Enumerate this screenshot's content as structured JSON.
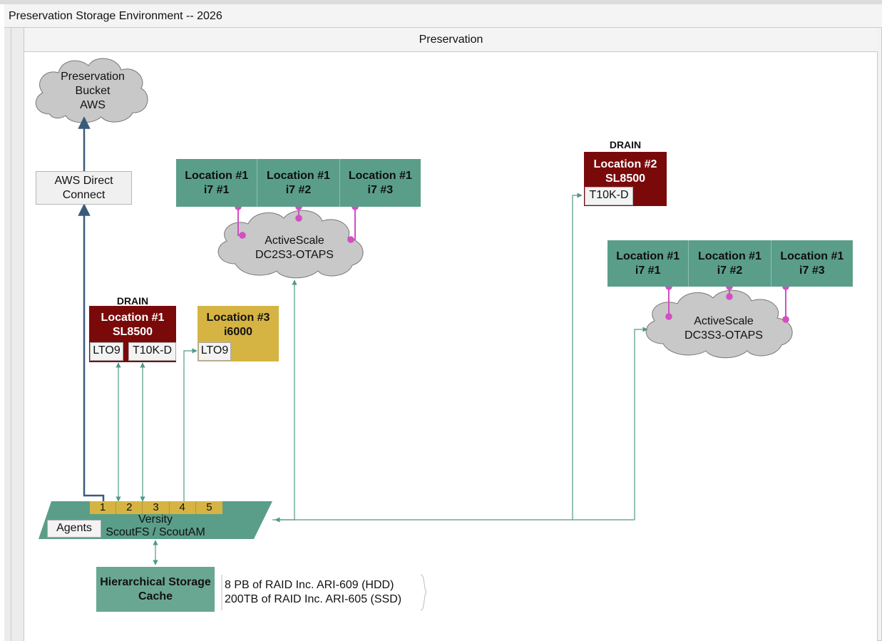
{
  "window": {
    "title": "Preservation Storage Environment -- 2026"
  },
  "lane": {
    "title": "Preservation"
  },
  "aws": {
    "cloud_lines": [
      "Preservation",
      "Bucket",
      "AWS"
    ],
    "direct_connect_lines": [
      "AWS Direct",
      "Connect"
    ]
  },
  "group1": {
    "cells": [
      {
        "line1": "Location #1",
        "line2": "i7 #1"
      },
      {
        "line1": "Location #1",
        "line2": "i7 #2"
      },
      {
        "line1": "Location #1",
        "line2": "i7 #3"
      }
    ],
    "cloud_lines": [
      "ActiveScale",
      "DC2S3-OTAPS"
    ]
  },
  "group2": {
    "cells": [
      {
        "line1": "Location #1",
        "line2": "i7 #1"
      },
      {
        "line1": "Location #1",
        "line2": "i7 #2"
      },
      {
        "line1": "Location #1",
        "line2": "i7 #3"
      }
    ],
    "cloud_lines": [
      "ActiveScale",
      "DC3S3-OTAPS"
    ]
  },
  "lib_sl8500_loc1": {
    "drain": "DRAIN",
    "line1": "Location #1",
    "line2": "SL8500",
    "drives": [
      "LTO9",
      "T10K-D"
    ]
  },
  "lib_i6000_loc3": {
    "line1": "Location #3",
    "line2": "i6000",
    "drives": [
      "LTO9"
    ]
  },
  "lib_sl8500_loc2": {
    "drain": "DRAIN",
    "line1": "Location #2",
    "line2": "SL8500",
    "drives": [
      "T10K-D"
    ]
  },
  "versity": {
    "slots": [
      "1",
      "2",
      "3",
      "4",
      "5"
    ],
    "line1": "Versity",
    "line2": "ScoutFS / ScoutAM",
    "agents": "Agents"
  },
  "hsc": {
    "lines": [
      "Hierarchical Storage",
      "Cache"
    ],
    "specs": [
      "8 PB of RAID Inc. ARI-609 (HDD)",
      "200TB of RAID Inc. ARI-605 (SSD)"
    ]
  },
  "colors": {
    "teal": "#5a9e8a",
    "maroon": "#7a0a0a",
    "gold": "#d6b443",
    "cloud": "#c8c8c8",
    "link_magenta": "#d14fc3",
    "link_teal": "#4f9a86",
    "link_navy": "#3a5a7a"
  }
}
